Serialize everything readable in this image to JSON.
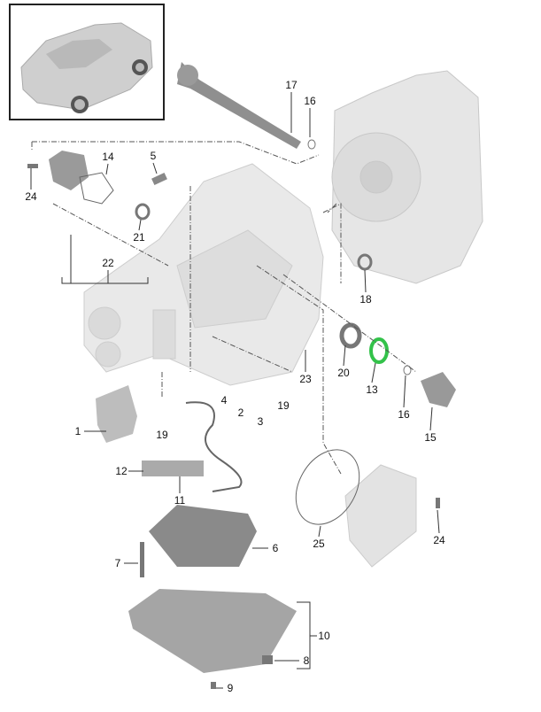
{
  "diagram": {
    "colors": {
      "part": "#d9d9d9",
      "part_dark": "#8f8f8f",
      "line": "#333333",
      "highlight": "#33c24a"
    },
    "callouts": [
      {
        "id": "c17",
        "label": "17"
      },
      {
        "id": "c16a",
        "label": "16"
      },
      {
        "id": "c14",
        "label": "14"
      },
      {
        "id": "c5",
        "label": "5"
      },
      {
        "id": "c24a",
        "label": "24"
      },
      {
        "id": "c21",
        "label": "21"
      },
      {
        "id": "c22",
        "label": "22"
      },
      {
        "id": "c18",
        "label": "18"
      },
      {
        "id": "c20",
        "label": "20"
      },
      {
        "id": "c13",
        "label": "13"
      },
      {
        "id": "c23",
        "label": "23"
      },
      {
        "id": "c4",
        "label": "4"
      },
      {
        "id": "c2",
        "label": "2"
      },
      {
        "id": "c19a",
        "label": "19"
      },
      {
        "id": "c3",
        "label": "3"
      },
      {
        "id": "c19b",
        "label": "19"
      },
      {
        "id": "c16b",
        "label": "16"
      },
      {
        "id": "c15",
        "label": "15"
      },
      {
        "id": "c1",
        "label": "1"
      },
      {
        "id": "c12",
        "label": "12"
      },
      {
        "id": "c11",
        "label": "11"
      },
      {
        "id": "c6",
        "label": "6"
      },
      {
        "id": "c25",
        "label": "25"
      },
      {
        "id": "c24b",
        "label": "24"
      },
      {
        "id": "c7",
        "label": "7"
      },
      {
        "id": "c10",
        "label": "10"
      },
      {
        "id": "c8",
        "label": "8"
      },
      {
        "id": "c9",
        "label": "9"
      }
    ]
  }
}
